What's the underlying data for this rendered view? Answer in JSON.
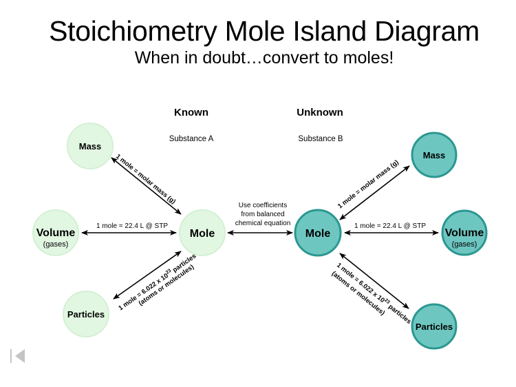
{
  "header": {
    "title": "Stoichiometry Mole Island Diagram",
    "subtitle": "When in doubt…convert to moles!"
  },
  "columns": {
    "known": {
      "heading": "Known",
      "substance": "Substance A"
    },
    "unknown": {
      "heading": "Unknown",
      "substance": "Substance B"
    }
  },
  "nodes": {
    "a_mass": {
      "label": "Mass"
    },
    "a_volume": {
      "label": "Volume",
      "sublabel": "(gases)"
    },
    "a_particles": {
      "label": "Particles"
    },
    "a_mole": {
      "label": "Mole"
    },
    "b_mole": {
      "label": "Mole"
    },
    "b_mass": {
      "label": "Mass"
    },
    "b_volume": {
      "label": "Volume",
      "sublabel": "(gases)"
    },
    "b_particles": {
      "label": "Particles"
    }
  },
  "edges": {
    "a_mass_mole": {
      "label": "1 mole  =  molar mass (g)"
    },
    "a_volume_mole": {
      "label": "1 mole  =  22.4 L @ STP"
    },
    "a_particles_mole": {
      "line1_prefix": "1 mole  =  6.022 x 10",
      "exponent": "23",
      "line1_suffix": " particles",
      "line2": "(atoms or molecules)"
    },
    "mole_mole": {
      "line1": "Use coefficients",
      "line2": "from balanced",
      "line3": "chemical equation"
    },
    "b_mass_mole": {
      "label": "1 mole  =  molar mass (g)"
    },
    "b_volume_mole": {
      "label": "1 mole  =  22.4 L @ STP"
    },
    "b_particles_mole": {
      "line1_prefix": "1 mole  =  6.022 x 10",
      "exponent": "23",
      "line1_suffix": " particles",
      "line2": "(atoms or molecules)"
    }
  },
  "colors": {
    "known_fill": "#e2f7e2",
    "known_stroke": "#d3f0d3",
    "unknown_fill": "#6ec6c1",
    "unknown_stroke": "#2b9790",
    "arrow": "#000000",
    "nav": "#c4c4c4"
  },
  "navigation": {
    "prev_icon": "previous-slide-icon"
  }
}
